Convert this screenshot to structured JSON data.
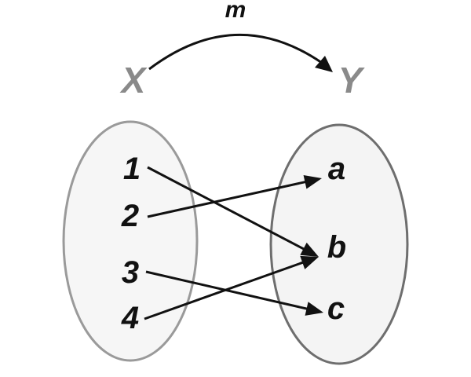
{
  "mapping": {
    "name": "m",
    "domain_label": "X",
    "codomain_label": "Y"
  },
  "domain": {
    "elements": [
      "1",
      "2",
      "3",
      "4"
    ]
  },
  "codomain": {
    "elements": [
      "a",
      "b",
      "c"
    ]
  },
  "pairs": [
    {
      "from": "1",
      "to": "b"
    },
    {
      "from": "2",
      "to": "a"
    },
    {
      "from": "3",
      "to": "c"
    },
    {
      "from": "4",
      "to": "b"
    }
  ],
  "colors": {
    "domain_outline": "#9a9a9a",
    "codomain_outline": "#6e6e6e",
    "set_label": "#8a8a8a",
    "arrows": "#111111",
    "text": "#111111"
  }
}
